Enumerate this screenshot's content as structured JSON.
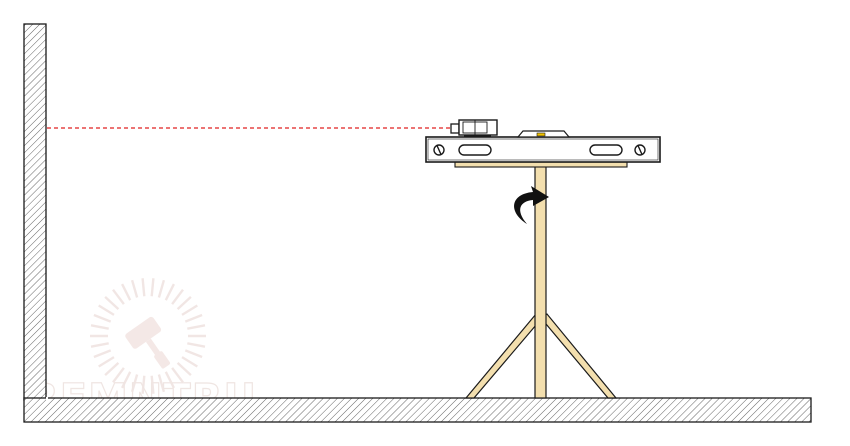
{
  "diagram": {
    "colors": {
      "background": "#ffffff",
      "outline": "#1a1a1a",
      "hatch": "#555555",
      "wood": "#f3dfae",
      "level_body": "#ffffff",
      "bubble": "#f2c200",
      "laser": "#e02020",
      "arrow": "#111111",
      "watermark": "#e6d3cf"
    },
    "watermark": {
      "text": "REMNTRU",
      "kind": "logo"
    },
    "parts": [
      "wall",
      "floor",
      "tripod",
      "spirit-level",
      "laser-module",
      "laser-beam",
      "rotation-arrow"
    ]
  }
}
